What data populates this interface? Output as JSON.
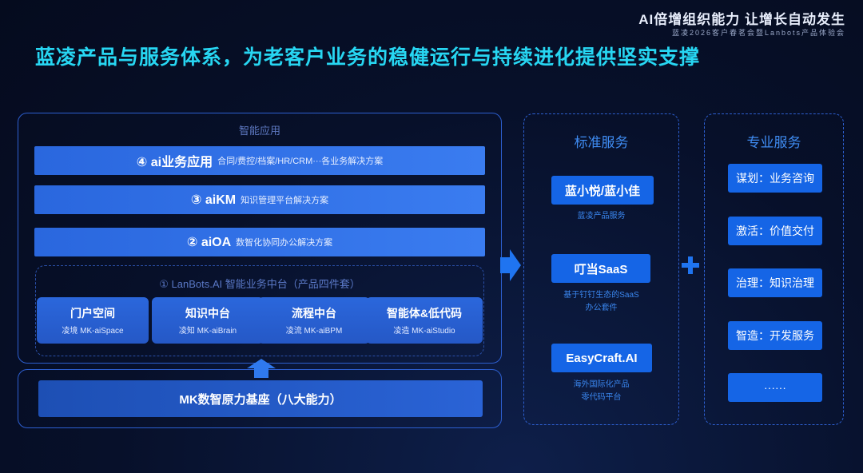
{
  "header": {
    "slogan": "AI倍增组织能力  让增长自动发生",
    "sub_slogan": "蓝凌2026客户春茗会暨Lanbots产品体验会",
    "title": "蓝凌产品与服务体系，为老客户业务的稳健运行与持续进化提供坚实支撑"
  },
  "apps": {
    "label": "智能应用",
    "bars": [
      {
        "title": "④ ai业务应用",
        "desc": "合同/费控/档案/HR/CRM···各业务解决方案"
      },
      {
        "title": "③ aiKM",
        "desc": "知识管理平台解决方案"
      },
      {
        "title": "② aiOA",
        "desc": "数智化协同办公解决方案"
      }
    ]
  },
  "middle": {
    "label": "① LanBots.AI 智能业务中台（产品四件套）",
    "cells": [
      {
        "title": "门户空间",
        "sub": "凌境 MK-aiSpace"
      },
      {
        "title": "知识中台",
        "sub": "凌知 MK-aiBrain"
      },
      {
        "title": "流程中台",
        "sub": "凌流 MK-aiBPM"
      },
      {
        "title": "智能体&低代码",
        "sub": "凌造 MK-aiStudio"
      }
    ]
  },
  "base": {
    "label": "MK数智原力基座（八大能力）"
  },
  "standard": {
    "title": "标准服务",
    "items": [
      {
        "label": "蓝小悦/蓝小佳",
        "note1": "蓝凌产品服务",
        "note2": ""
      },
      {
        "label": "叮当SaaS",
        "note1": "基于钉钉生态的SaaS",
        "note2": "办公套件"
      },
      {
        "label": "EasyCraft.AI",
        "note1": "海外国际化产品",
        "note2": "零代码平台"
      }
    ]
  },
  "pro": {
    "title": "专业服务",
    "items": [
      "谋划：业务咨询",
      "激活：价值交付",
      "治理：知识治理",
      "智造：开发服务",
      "······"
    ]
  },
  "colors": {
    "title": "#27d6f2",
    "accent": "#1565e6",
    "border": "#2d5fd0"
  }
}
